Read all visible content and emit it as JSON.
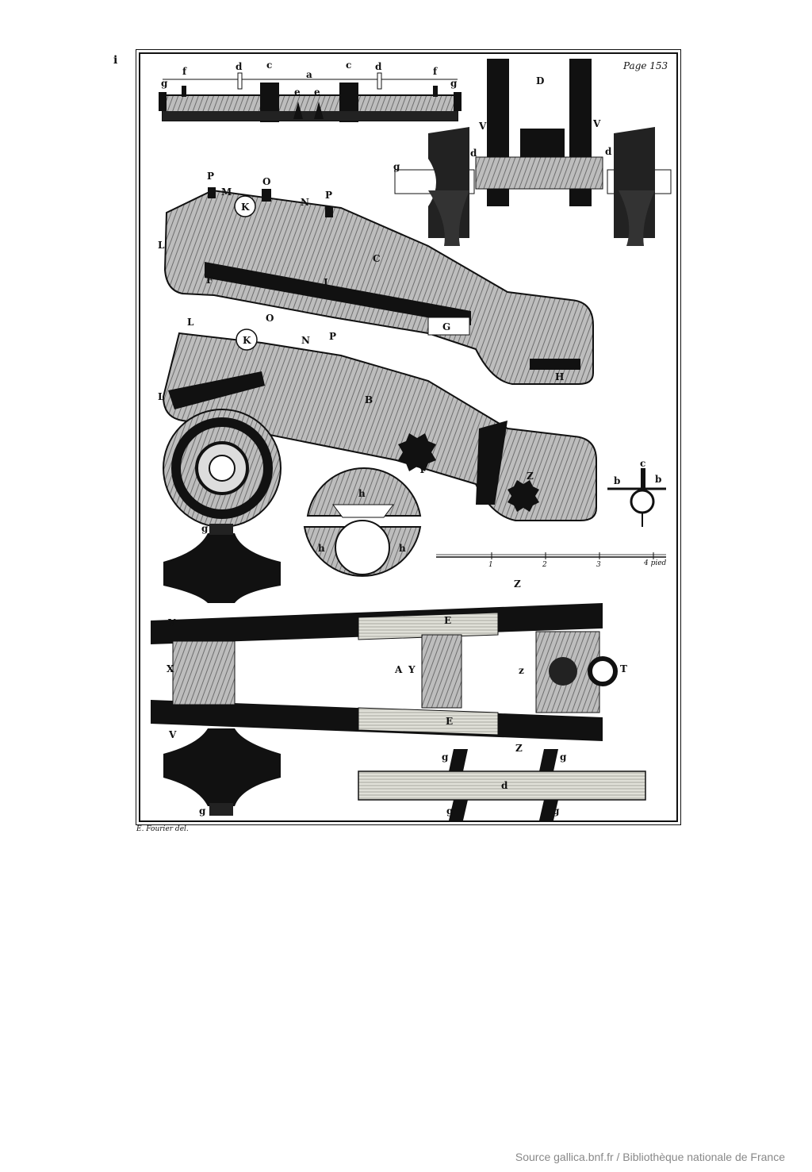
{
  "plate": {
    "page_number": "Page 153",
    "credit": "E. Fourier del.",
    "corner_mark": "i"
  },
  "labels": {
    "a": "a",
    "c": "c",
    "d": "d",
    "e": "e",
    "f": "f",
    "g": "g",
    "D": "D",
    "V": "V",
    "K": "K",
    "M": "M",
    "O": "O",
    "N": "N",
    "P": "P",
    "L": "L",
    "C": "C",
    "I": "I",
    "F": "F",
    "G": "G",
    "H": "H",
    "B": "B",
    "Y": "Y",
    "Z": "Z",
    "h": "h",
    "b": "b",
    "E": "E",
    "X": "X",
    "A": "A",
    "T": "T",
    "z": "z"
  },
  "scale": {
    "ticks": [
      "1",
      "2",
      "3",
      "4 pied"
    ]
  },
  "footer": {
    "source": "Source gallica.bnf.fr / Bibliothèque nationale de France"
  }
}
